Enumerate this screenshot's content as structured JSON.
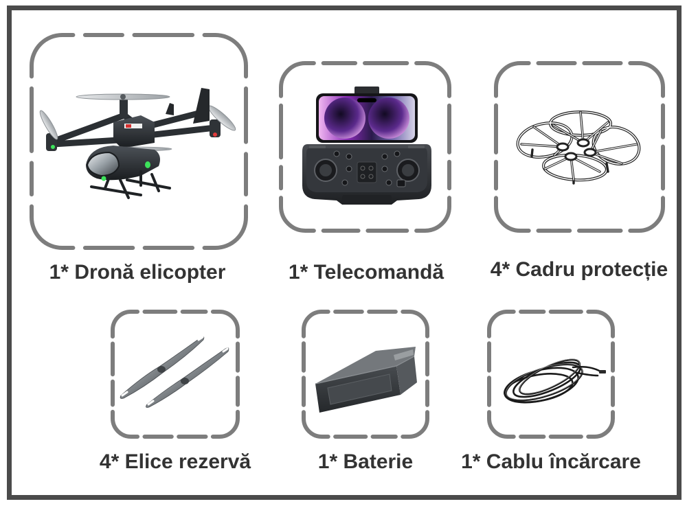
{
  "colors": {
    "background": "#ffffff",
    "border": "#4b4b4b",
    "frame": "#7d7d7d",
    "label": "#333333"
  },
  "items": [
    {
      "label": "1* Dronă elicopter",
      "icon": "helicopter-drone-icon"
    },
    {
      "label": "1* Telecomandă",
      "icon": "remote-controller-icon"
    },
    {
      "label": "4* Cadru protecție",
      "icon": "propeller-guard-icon"
    },
    {
      "label": "4* Elice rezervă",
      "icon": "spare-propeller-icon"
    },
    {
      "label": "1* Baterie",
      "icon": "battery-icon"
    },
    {
      "label": "1* Cablu încărcare",
      "icon": "charging-cable-icon"
    }
  ]
}
